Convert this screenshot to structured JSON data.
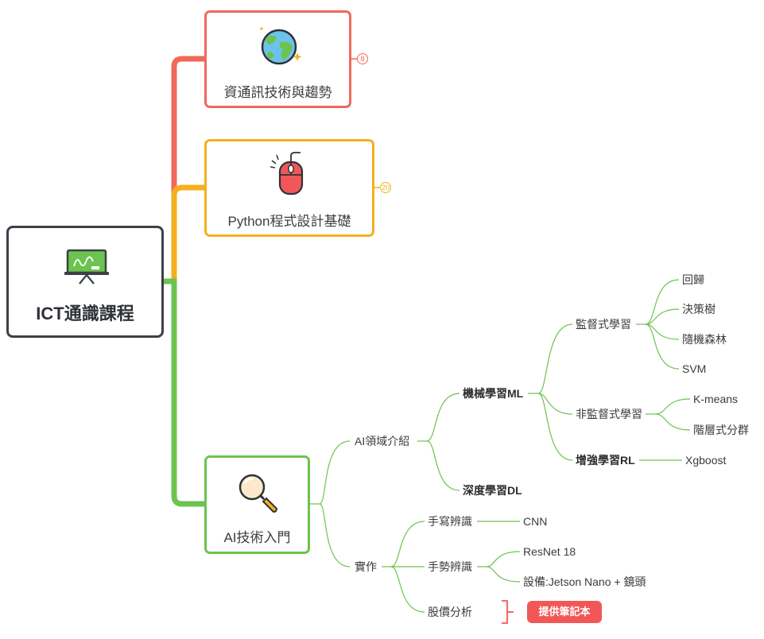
{
  "root": {
    "title": "ICT通識課程",
    "icon": "teaching-board-icon"
  },
  "topics": [
    {
      "label": "資通訊技術與趨勢",
      "icon": "globe-icon",
      "count": "8",
      "color": "#f0695b"
    },
    {
      "label": "Python程式設計基礎",
      "icon": "computer-mouse-icon",
      "count": "20",
      "color": "#f4b01f"
    },
    {
      "label": "AI技術入門",
      "icon": "magnifier-icon",
      "color": "#6cc34f"
    }
  ],
  "ai": {
    "intro": "AI領域介紹",
    "ml": "機械學習ML",
    "supervised": "監督式學習",
    "supervised_items": [
      "回歸",
      "決策樹",
      "隨機森林",
      "SVM"
    ],
    "unsupervised": "非監督式學習",
    "unsupervised_items": [
      "K-means",
      "階層式分群"
    ],
    "rl": "增強學習RL",
    "rl_item": "Xgboost",
    "dl": "深度學習DL",
    "practice": "實作",
    "handwriting": "手寫辨識",
    "cnn": "CNN",
    "gesture": "手勢辨識",
    "gesture_items": [
      "ResNet 18",
      "設備:Jetson Nano + 鏡頭"
    ],
    "stock": "股價分析",
    "stock_tag": "提供筆記本"
  }
}
